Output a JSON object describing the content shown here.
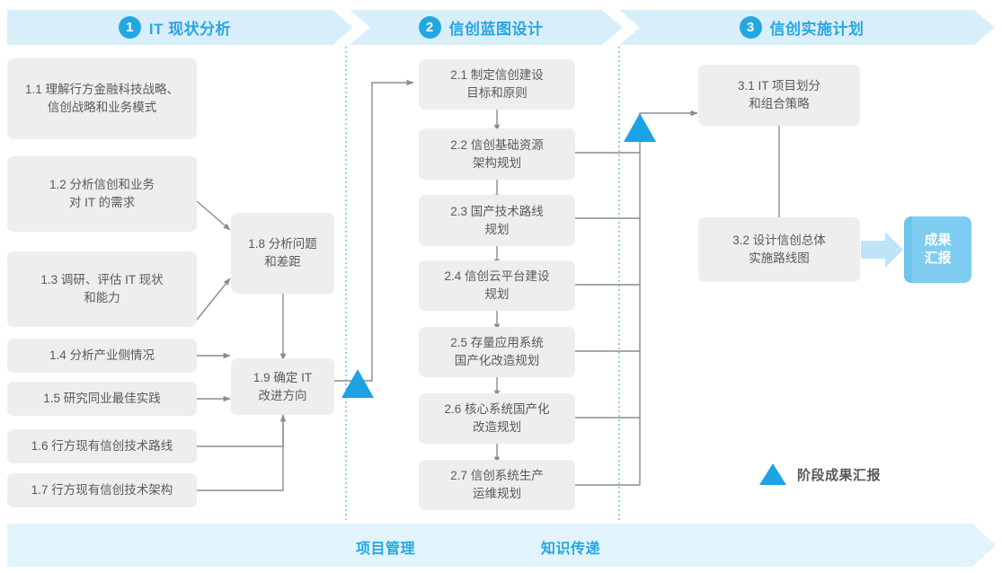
{
  "phases": [
    {
      "num": "1",
      "title": "IT 现状分析"
    },
    {
      "num": "2",
      "title": "信创蓝图设计"
    },
    {
      "num": "3",
      "title": "信创实施计划"
    }
  ],
  "phase1_tasks": [
    {
      "id": "1.1",
      "label": "1.1 理解行方金融科技战略、\n信创战略和业务模式"
    },
    {
      "id": "1.2",
      "label": "1.2 分析信创和业务\n对 IT 的需求"
    },
    {
      "id": "1.3",
      "label": "1.3 调研、评估 IT 现状\n和能力"
    },
    {
      "id": "1.4",
      "label": "1.4 分析产业侧情况"
    },
    {
      "id": "1.5",
      "label": "1.5 研究同业最佳实践"
    },
    {
      "id": "1.6",
      "label": "1.6 行方现有信创技术路线"
    },
    {
      "id": "1.7",
      "label": "1.7 行方现有信创技术架构"
    },
    {
      "id": "1.8",
      "label": "1.8 分析问题\n和差距"
    },
    {
      "id": "1.9",
      "label": "1.9 确定 IT\n改进方向"
    }
  ],
  "phase2_tasks": [
    {
      "id": "2.1",
      "label": "2.1 制定信创建设\n目标和原则"
    },
    {
      "id": "2.2",
      "label": "2.2 信创基础资源\n架构规划"
    },
    {
      "id": "2.3",
      "label": "2.3 国产技术路线\n规划"
    },
    {
      "id": "2.4",
      "label": "2.4 信创云平台建设\n规划"
    },
    {
      "id": "2.5",
      "label": "2.5 存量应用系统\n国产化改造规划"
    },
    {
      "id": "2.6",
      "label": "2.6 核心系统国产化\n改造规划"
    },
    {
      "id": "2.7",
      "label": "2.7 信创系统生产\n运维规划"
    }
  ],
  "phase3_tasks": [
    {
      "id": "3.1",
      "label": "3.1 IT 项目划分\n和组合策略"
    },
    {
      "id": "3.2",
      "label": "3.2 设计信创总体\n实施路线图"
    }
  ],
  "result_badge": {
    "label": "成果\n汇报"
  },
  "legend": {
    "label": "阶段成果汇报",
    "marker": "milestone-triangle"
  },
  "bottom_band": {
    "items": [
      "项目管理",
      "知识传递"
    ]
  },
  "colors": {
    "banner_fill": "#d9eefb",
    "accent_blue": "#24a7e0",
    "milestone_blue": "#1ba3e4",
    "box_fill": "#eeeeee",
    "box_text": "#5a5a5a",
    "connector": "#8c8c8c",
    "badge_fill": "#7fcdf0",
    "band_fill": "#e3f3fc",
    "divider_dotted": "#5bb8e5"
  }
}
